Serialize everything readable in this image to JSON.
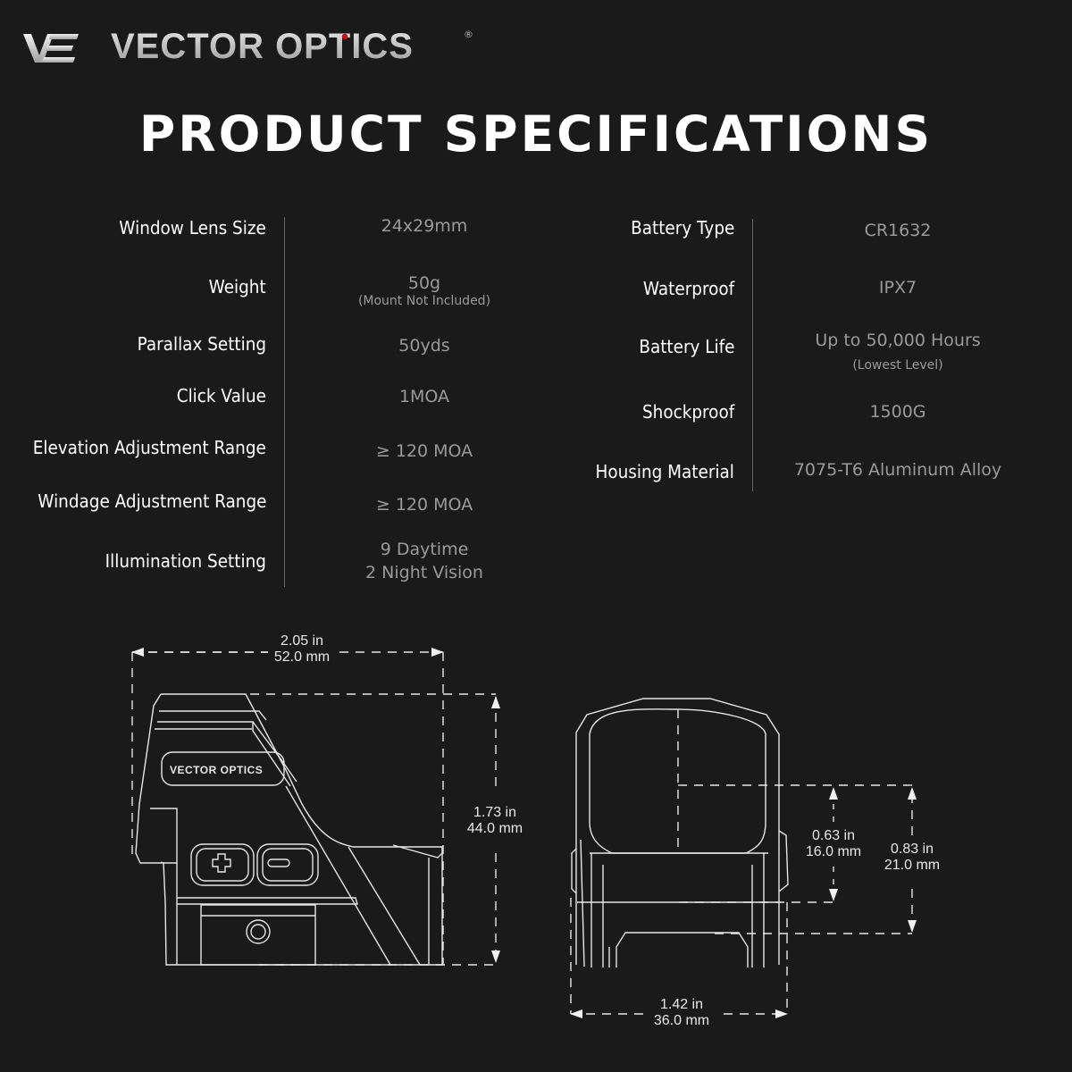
{
  "brand": {
    "name": "VECTOR OPTICS",
    "registered": "®",
    "mark": "VE",
    "accent_color": "#c0101a"
  },
  "title": "PRODUCT SPECIFICATIONS",
  "specs_left": [
    {
      "label": "Window Lens Size",
      "value": "24x29mm",
      "note": ""
    },
    {
      "label": "Weight",
      "value": "50g",
      "note": "(Mount Not Included)"
    },
    {
      "label": "Parallax Setting",
      "value": "50yds",
      "note": ""
    },
    {
      "label": "Click Value",
      "value": "1MOA",
      "note": ""
    },
    {
      "label": "Elevation Adjustment Range",
      "value": "≥ 120 MOA",
      "note": ""
    },
    {
      "label": "Windage Adjustment Range",
      "value": "≥ 120 MOA",
      "note": ""
    },
    {
      "label": "Illumination Setting",
      "value": "9 Daytime",
      "note": "2 Night Vision"
    }
  ],
  "specs_right": [
    {
      "label": "Battery Type",
      "value": "CR1632",
      "note": ""
    },
    {
      "label": "Waterproof",
      "value": "IPX7",
      "note": ""
    },
    {
      "label": "Battery Life",
      "value": "Up to 50,000 Hours",
      "note": "(Lowest Level)"
    },
    {
      "label": "Shockproof",
      "value": "1500G",
      "note": ""
    },
    {
      "label": "Housing Material",
      "value": "7075-T6 Aluminum Alloy",
      "note": ""
    }
  ],
  "dimensions": {
    "side_length": {
      "in": "2.05 in",
      "mm": "52.0 mm"
    },
    "side_height": {
      "in": "1.73 in",
      "mm": "44.0 mm"
    },
    "front_width": {
      "in": "1.42 in",
      "mm": "36.0 mm"
    },
    "optical_axis_height": {
      "in": "0.63 in",
      "mm": "16.0 mm"
    },
    "optical_axis_from_rail": {
      "in": "0.83 in",
      "mm": "21.0 mm"
    }
  },
  "device_engraving": "VECTOR OPTICS",
  "buttons": {
    "plus": "+",
    "minus": "−"
  }
}
